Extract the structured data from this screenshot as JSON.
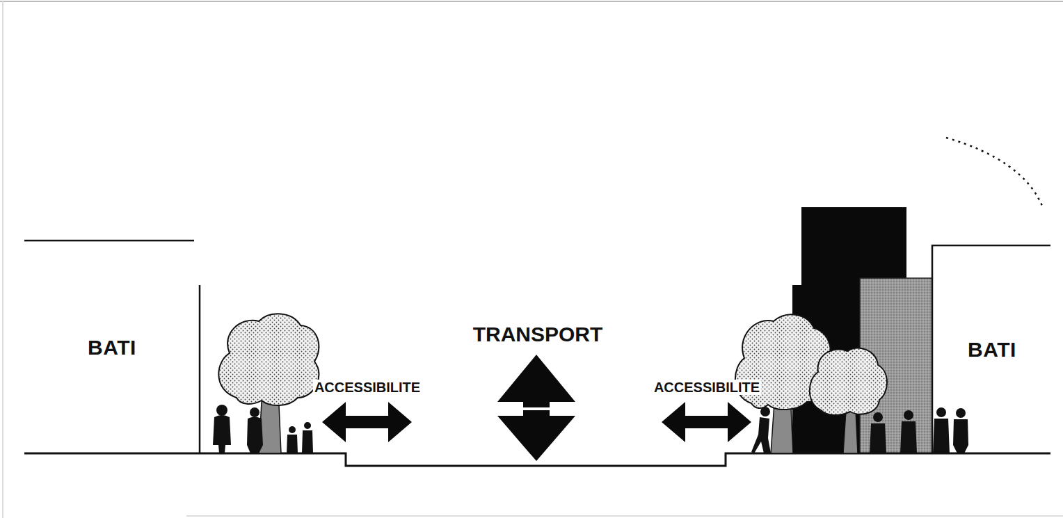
{
  "diagram": {
    "nodes": [
      {
        "text": [
          "BATI"
        ]
      },
      {
        "text": [
          "BATI"
        ]
      }
    ],
    "labels": [
      "ACCESSIBILITE",
      "TRANSPORT",
      "ACCESSIBILITE"
    ]
  }
}
